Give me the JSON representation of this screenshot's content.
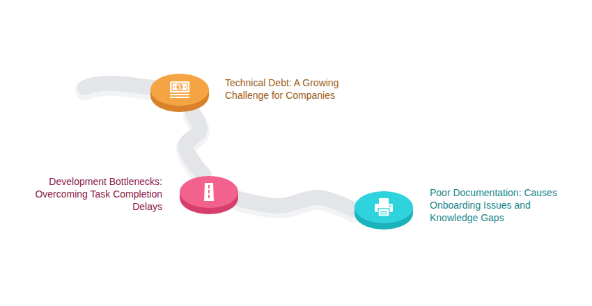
{
  "diagram": {
    "nodes": [
      {
        "text": [
          "Technical Debt: A Growing Challenge for Companies"
        ]
      },
      {
        "text": [
          "Development Bottlenecks: Overcoming Task Completion Delays"
        ]
      },
      {
        "text": [
          "Poor Documentation: Causes Onboarding Issues and Knowledge Gaps"
        ]
      }
    ],
    "edges": [
      {
        "from": 0,
        "to": 1,
        "arrow": "none"
      },
      {
        "from": 1,
        "to": 2,
        "arrow": "none"
      }
    ]
  }
}
